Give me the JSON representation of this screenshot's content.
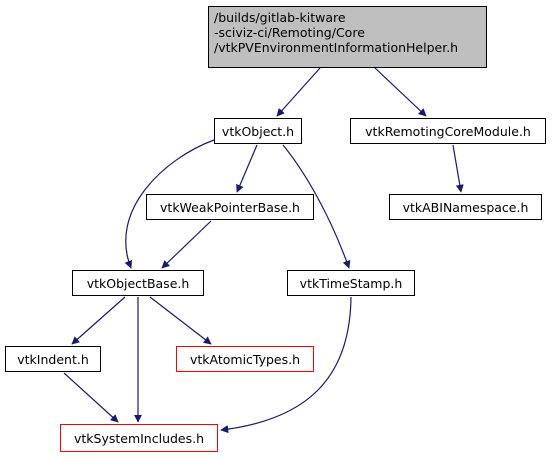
{
  "colors": {
    "edge": "#191970",
    "node_border": "#000000",
    "missing_border": "#ff0000",
    "root_fill": "#bfbfbf"
  },
  "nodes": {
    "root": {
      "lines": [
        "/builds/gitlab-kitware",
        "-sciviz-ci/Remoting/Core",
        "/vtkPVEnvironmentInformationHelper.h"
      ]
    },
    "vtkObject": {
      "label": "vtkObject.h"
    },
    "vtkRemotingCoreModule": {
      "label": "vtkRemotingCoreModule.h"
    },
    "vtkWeakPointerBase": {
      "label": "vtkWeakPointerBase.h"
    },
    "vtkABINamespace": {
      "label": "vtkABINamespace.h"
    },
    "vtkObjectBase": {
      "label": "vtkObjectBase.h"
    },
    "vtkTimeStamp": {
      "label": "vtkTimeStamp.h"
    },
    "vtkIndent": {
      "label": "vtkIndent.h"
    },
    "vtkAtomicTypes": {
      "label": "vtkAtomicTypes.h"
    },
    "vtkSystemIncludes": {
      "label": "vtkSystemIncludes.h"
    }
  },
  "edges": [
    {
      "from": "root",
      "to": "vtkObject"
    },
    {
      "from": "root",
      "to": "vtkRemotingCoreModule"
    },
    {
      "from": "vtkObject",
      "to": "vtkWeakPointerBase"
    },
    {
      "from": "vtkObject",
      "to": "vtkObjectBase"
    },
    {
      "from": "vtkObject",
      "to": "vtkTimeStamp"
    },
    {
      "from": "vtkRemotingCoreModule",
      "to": "vtkABINamespace"
    },
    {
      "from": "vtkWeakPointerBase",
      "to": "vtkObjectBase"
    },
    {
      "from": "vtkObjectBase",
      "to": "vtkIndent"
    },
    {
      "from": "vtkObjectBase",
      "to": "vtkAtomicTypes"
    },
    {
      "from": "vtkObjectBase",
      "to": "vtkSystemIncludes"
    },
    {
      "from": "vtkIndent",
      "to": "vtkSystemIncludes"
    },
    {
      "from": "vtkTimeStamp",
      "to": "vtkSystemIncludes"
    }
  ]
}
